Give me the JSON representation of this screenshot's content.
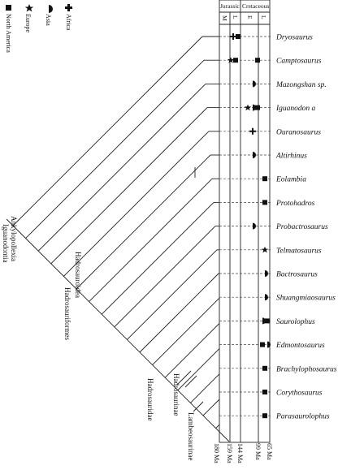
{
  "header": {
    "periods": [
      {
        "label": "Jurassic"
      },
      {
        "label": "Cretaceous"
      }
    ],
    "epochs": [
      "M",
      "L",
      "E",
      "L"
    ]
  },
  "time_axis": {
    "ticks": [
      "180 Ma",
      "159 Ma",
      "144 Ma",
      "99 Ma",
      "65 Ma"
    ]
  },
  "legend": [
    {
      "label": "Africa",
      "symbol": "cross"
    },
    {
      "label": "Asia",
      "symbol": "half-circle"
    },
    {
      "label": "Europe",
      "symbol": "star"
    },
    {
      "label": "North America",
      "symbol": "square"
    }
  ],
  "clades": [
    {
      "label": "Iguanodontia"
    },
    {
      "label": "Ankylopollexia"
    },
    {
      "label": "Hadrosauriformes"
    },
    {
      "label": "Hadrosauroidea"
    },
    {
      "label": "Hadrosauridae"
    },
    {
      "label": "Hadrosaurinae"
    },
    {
      "label": "Lambeosaurinae"
    }
  ],
  "taxa": [
    {
      "name": "Dryosaurus",
      "occurrences": [
        {
          "symbol": "cross",
          "interval": "L"
        },
        {
          "symbol": "square",
          "interval": "L"
        }
      ]
    },
    {
      "name": "Camptosaurus",
      "occurrences": [
        {
          "symbol": "star",
          "interval": "L"
        },
        {
          "symbol": "square",
          "interval": "L"
        },
        {
          "symbol": "square",
          "interval": "E"
        }
      ]
    },
    {
      "name": "Mazongshan sp.",
      "occurrences": [
        {
          "symbol": "half-circle",
          "interval": "E"
        }
      ]
    },
    {
      "name": "Iguanodon a",
      "occurrences": [
        {
          "symbol": "star",
          "interval": "E"
        },
        {
          "symbol": "half-circle",
          "interval": "E"
        },
        {
          "symbol": "square",
          "interval": "E"
        }
      ]
    },
    {
      "name": "Ouranosaurus",
      "occurrences": [
        {
          "symbol": "cross",
          "interval": "E"
        }
      ]
    },
    {
      "name": "Altirhinus",
      "occurrences": [
        {
          "symbol": "half-circle",
          "interval": "E"
        }
      ]
    },
    {
      "name": "Eolambia",
      "occurrences": [
        {
          "symbol": "square",
          "interval": "L"
        }
      ]
    },
    {
      "name": "Protohadros",
      "occurrences": [
        {
          "symbol": "square",
          "interval": "L"
        }
      ]
    },
    {
      "name": "Probactrosaurus",
      "occurrences": [
        {
          "symbol": "half-circle",
          "interval": "E"
        }
      ]
    },
    {
      "name": "Telmatosaurus",
      "occurrences": [
        {
          "symbol": "star",
          "interval": "L"
        }
      ]
    },
    {
      "name": "Bactrosaurus",
      "occurrences": [
        {
          "symbol": "half-circle",
          "interval": "L"
        }
      ]
    },
    {
      "name": "Shuangmiaosaurus",
      "occurrences": [
        {
          "symbol": "half-circle",
          "interval": "L"
        }
      ]
    },
    {
      "name": "Saurolophus",
      "occurrences": [
        {
          "symbol": "half-circle",
          "interval": "L"
        },
        {
          "symbol": "square",
          "interval": "L"
        }
      ]
    },
    {
      "name": "Edmontosaurus",
      "occurrences": [
        {
          "symbol": "square",
          "interval": "L"
        },
        {
          "symbol": "half-circle",
          "interval": "L"
        }
      ]
    },
    {
      "name": "Brachylophosaurus",
      "occurrences": [
        {
          "symbol": "square",
          "interval": "L"
        }
      ]
    },
    {
      "name": "Corythosaurus",
      "occurrences": [
        {
          "symbol": "square",
          "interval": "L"
        }
      ]
    },
    {
      "name": "Parasaurolophus",
      "occurrences": [
        {
          "symbol": "square",
          "interval": "L"
        }
      ]
    }
  ]
}
